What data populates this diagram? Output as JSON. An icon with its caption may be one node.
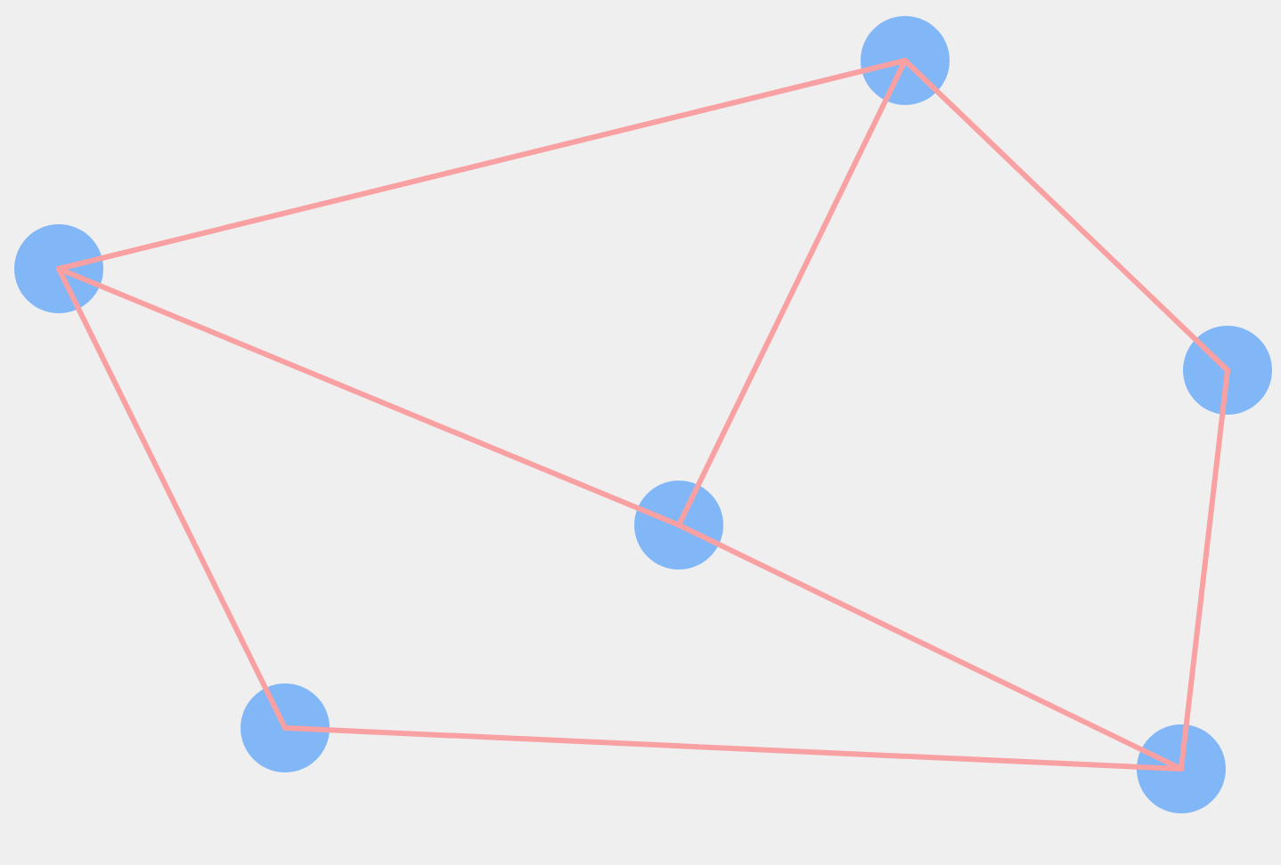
{
  "diagram": {
    "nodes": [
      {
        "text": [],
        "shape": "circle"
      },
      {
        "text": [],
        "shape": "circle"
      },
      {
        "text": [],
        "shape": "circle"
      },
      {
        "text": [],
        "shape": "circle"
      },
      {
        "text": [],
        "shape": "circle"
      },
      {
        "text": [],
        "shape": "circle"
      }
    ],
    "edges": [
      {
        "from": 1,
        "to": 0,
        "arrow": "none"
      },
      {
        "from": 0,
        "to": 3,
        "arrow": "none"
      },
      {
        "from": 0,
        "to": 2,
        "arrow": "none"
      },
      {
        "from": 1,
        "to": 3,
        "arrow": "none"
      },
      {
        "from": 1,
        "to": 4,
        "arrow": "none"
      },
      {
        "from": 2,
        "to": 5,
        "arrow": "none"
      },
      {
        "from": 3,
        "to": 5,
        "arrow": "none"
      },
      {
        "from": 4,
        "to": 5,
        "arrow": "none"
      }
    ]
  }
}
